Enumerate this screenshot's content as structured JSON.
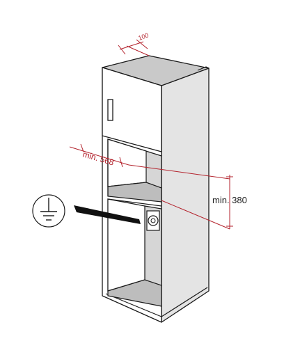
{
  "dimensions": {
    "depth_label": "100",
    "width_label": "min. 568",
    "height_label": "min. 380"
  },
  "icons": {
    "earth": "earth-ground-icon",
    "socket": "power-socket-icon"
  },
  "colors": {
    "dimension": "#b3222c",
    "outline": "#1a1a1a",
    "shade_dark": "#c9c9c9",
    "shade_light": "#e4e4e4"
  }
}
